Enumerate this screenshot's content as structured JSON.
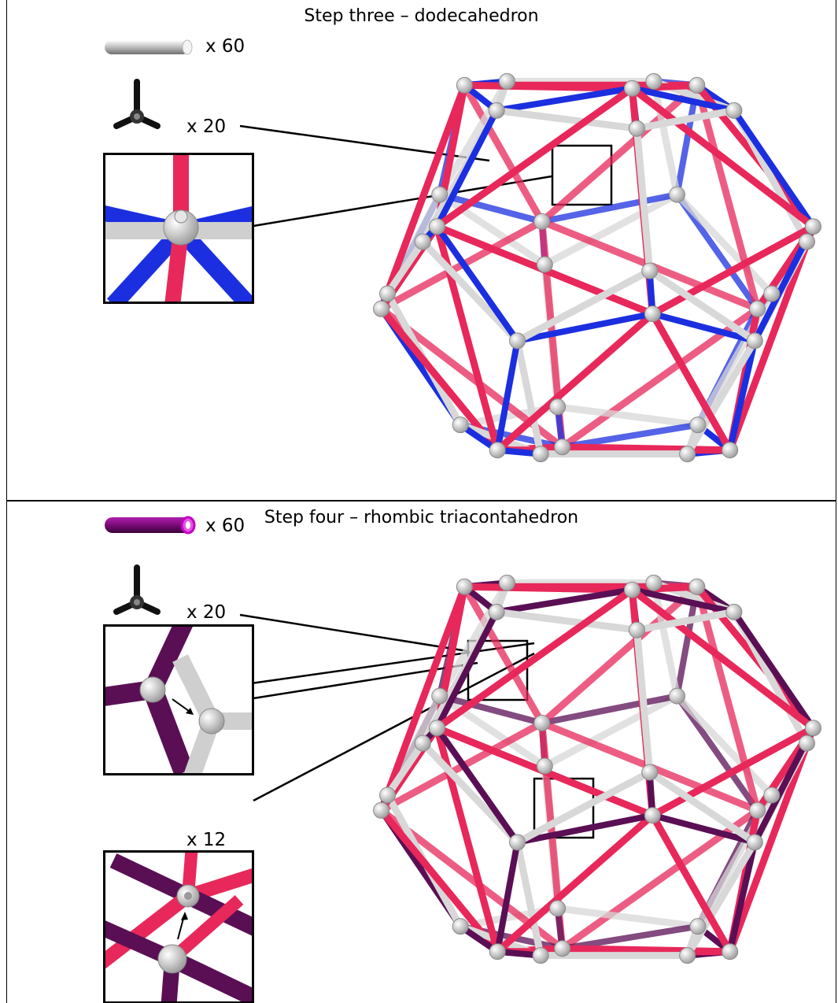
{
  "panels": [
    {
      "title": "Step three – dodecahedron",
      "items": [
        {
          "icon": "white-strut-icon",
          "count": "x 60"
        },
        {
          "icon": "three-way-connector-icon",
          "count": "x 20"
        }
      ]
    },
    {
      "title": "Step four – rhombic triacontahedron",
      "items": [
        {
          "icon": "purple-strut-icon",
          "count": "x 60"
        },
        {
          "icon": "three-way-connector-icon",
          "count": "x 20"
        },
        {
          "icon": "five-way-connector-icon",
          "count": "x 12"
        }
      ]
    }
  ],
  "colors": {
    "red_strut": "#e8285a",
    "blue_strut": "#1b2fe0",
    "white_strut": "#d8d8d8",
    "purple_strut": "#5a0f55",
    "magenta_strut": "#c400c4",
    "node": "#dcdcdc"
  }
}
